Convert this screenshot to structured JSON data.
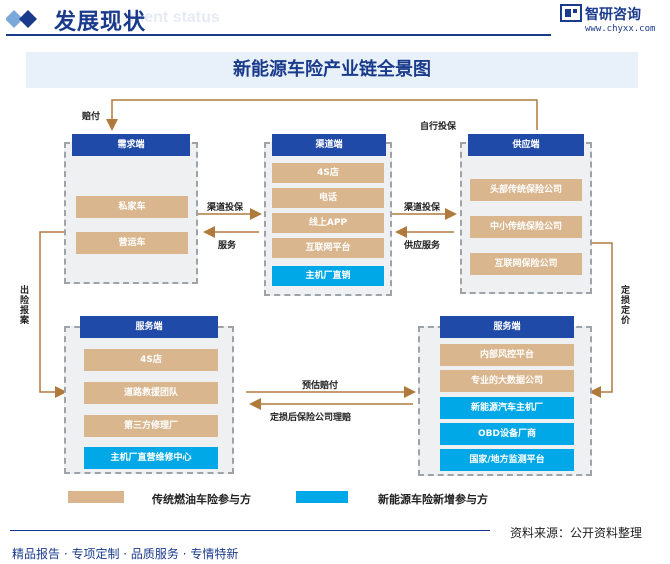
{
  "header": {
    "title": "发展现状",
    "ghost_text": "ment status",
    "logo_name": "智研咨询",
    "logo_url": "www.chyxx.com"
  },
  "diagram": {
    "title": "新能源车险产业链全景图",
    "demand": {
      "header": "需求端",
      "items": [
        "私家车",
        "营运车"
      ]
    },
    "channel": {
      "header": "渠道端",
      "items": [
        "4S店",
        "电话",
        "线上APP",
        "互联网平台"
      ],
      "new_items": [
        "主机厂直销"
      ]
    },
    "supply": {
      "header": "供应端",
      "items": [
        "头部传统保险公司",
        "中小传统保险公司",
        "互联网保险公司"
      ]
    },
    "service_left": {
      "header": "服务端",
      "items": [
        "4S店",
        "道路救援团队",
        "第三方修理厂"
      ],
      "new_items": [
        "主机厂直营维修中心"
      ]
    },
    "service_right": {
      "header": "服务端",
      "items": [
        "内部风控平台",
        "专业的大数据公司"
      ],
      "new_items": [
        "新能源汽车主机厂",
        "OBD设备厂商",
        "国家/地方监测平台"
      ]
    },
    "flows": {
      "payout": "赔付",
      "self_insure": "自行投保",
      "channel_insure_1": "渠道投保",
      "service": "服务",
      "channel_insure_2": "渠道投保",
      "supply_service": "供应服务",
      "claim_report": "出险报案",
      "pricing": "定损定价",
      "estimated_payout": "预估赔付",
      "post_loss": "定损后保险公司理赔"
    },
    "legend": {
      "traditional": "传统燃油车险参与方",
      "new_energy": "新能源车险新增参与方",
      "traditional_color": "#d9b68e",
      "new_energy_color": "#00a8e8"
    }
  },
  "footer": {
    "source": "资料来源：公开资料整理",
    "tagline": "精品报告 · 专项定制 · 品质服务 · 专情特新"
  }
}
